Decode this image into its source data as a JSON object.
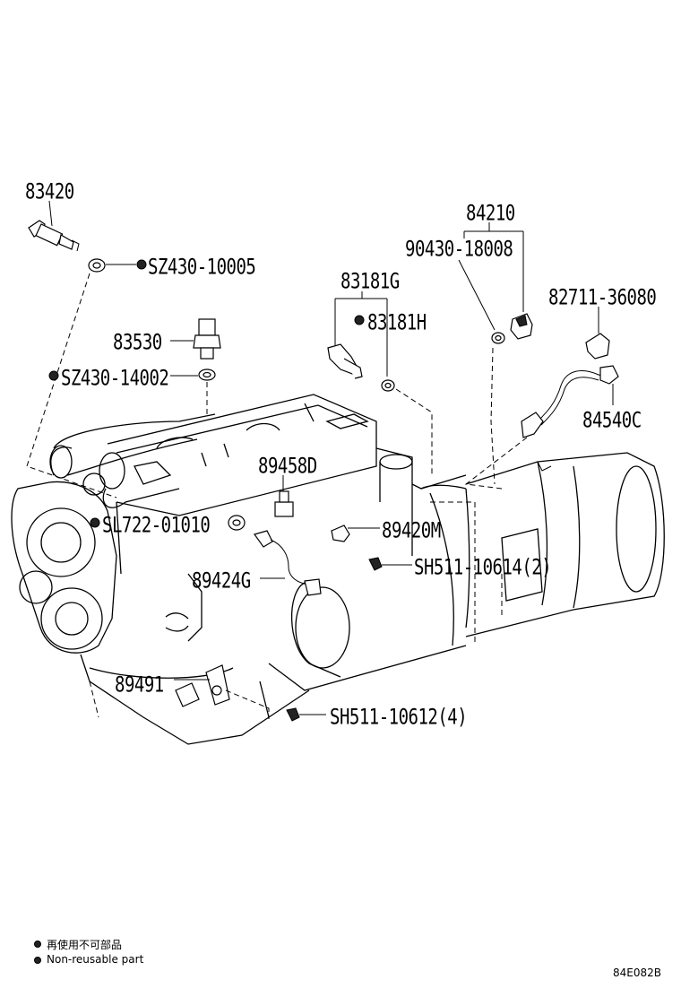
{
  "diagram": {
    "parts": {
      "p83420": "83420",
      "p84210": "84210",
      "p90430": "90430-18008",
      "pSZ430_10005": "SZ430-10005",
      "p83181G": "83181G",
      "p82711": "82711-36080",
      "p83181H": "83181H",
      "p83530": "83530",
      "pSZ430_14002": "SZ430-14002",
      "p84540C": "84540C",
      "p89458D": "89458D",
      "pSL722": "SL722-01010",
      "p89420M": "89420M",
      "pSH511_10614": "SH511-10614(2)",
      "p89424G": "89424G",
      "p89491": "89491",
      "pSH511_10612": "SH511-10612(4)"
    },
    "legend": {
      "jp": "再使用不可部品",
      "en": "Non-reusable part"
    },
    "code": "84E082B"
  }
}
